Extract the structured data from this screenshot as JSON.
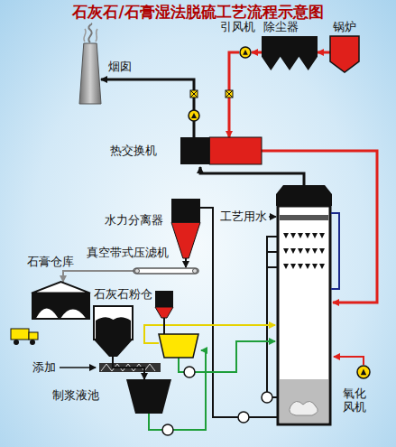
{
  "diagram": {
    "title": "石灰石/石膏湿法脱硫工艺流程示意图",
    "nodes": [
      {
        "text": [
          "烟囱"
        ]
      },
      {
        "text": [
          "引风机"
        ]
      },
      {
        "text": [
          "除尘器"
        ]
      },
      {
        "text": [
          "锅炉"
        ]
      },
      {
        "text": [
          "热交换机"
        ]
      },
      {
        "text": [
          "水力分离器"
        ]
      },
      {
        "text": [
          "真空带式压滤机"
        ]
      },
      {
        "text": [
          "石膏仓库"
        ]
      },
      {
        "text": [
          "石灰石粉仓"
        ]
      },
      {
        "text": [
          "制浆液池"
        ]
      },
      {
        "text": [
          "氧化风机"
        ]
      }
    ],
    "edges": [
      {
        "from": 3,
        "to": 2,
        "arrow": "to"
      },
      {
        "from": 2,
        "to": 1,
        "arrow": "to"
      },
      {
        "from": 1,
        "to": 4,
        "arrow": "to"
      },
      {
        "from": 4,
        "to": 0,
        "arrow": "to"
      },
      {
        "from": 5,
        "to": 6,
        "arrow": "to"
      },
      {
        "from": 6,
        "to": 7,
        "arrow": "to"
      },
      {
        "from": 8,
        "to": 9,
        "arrow": "to"
      }
    ],
    "labels": [
      "工艺用水",
      "添加"
    ]
  }
}
